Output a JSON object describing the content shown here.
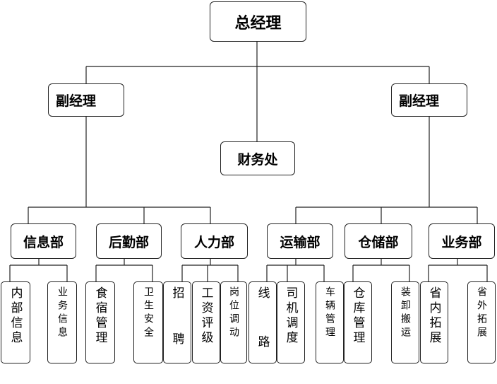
{
  "org_chart": {
    "top": {
      "label": "总经理"
    },
    "deputies": [
      {
        "label": "副经理"
      },
      {
        "label": "副经理"
      }
    ],
    "finance": {
      "label": "财务处"
    },
    "departments": [
      {
        "label": "信息部",
        "units": [
          "内部信息",
          "业务信息"
        ]
      },
      {
        "label": "后勤部",
        "units": [
          "食宿管理",
          "卫生安全"
        ]
      },
      {
        "label": "人力部",
        "units": [
          "招聘",
          "工资评级",
          "岗位调动"
        ]
      },
      {
        "label": "运输部",
        "units": [
          "线路",
          "司机调度",
          "车辆管理"
        ]
      },
      {
        "label": "仓储部",
        "units": [
          "仓库管理",
          "装卸搬运"
        ]
      },
      {
        "label": "业务部",
        "units": [
          "省内拓展",
          "省外拓展"
        ]
      }
    ]
  }
}
